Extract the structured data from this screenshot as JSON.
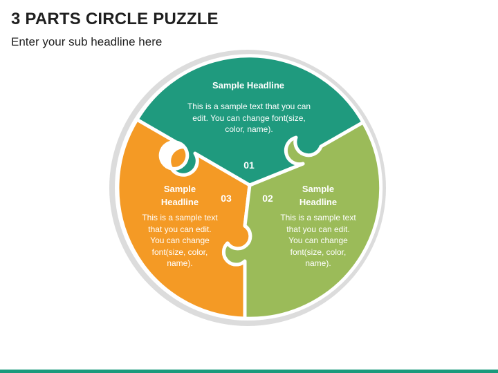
{
  "title": "3 PARTS CIRCLE PUZZLE",
  "subtitle": "Enter your sub headline here",
  "colors": {
    "top": "#1f9a7e",
    "right": "#9bbb59",
    "left": "#f49a25",
    "ring": "#dcdcdc",
    "bar": "#1a9a7c"
  },
  "pieces": [
    {
      "number": "01",
      "headline": "Sample Headline",
      "text": "This is a sample text that you can edit. You can change font(size, color, name)."
    },
    {
      "number": "02",
      "headline": "Sample Headline",
      "text": "This is a sample text that you can edit. You can change font(size, color, name)."
    },
    {
      "number": "03",
      "headline": "Sample Headline",
      "text": "This is a sample text that you can edit. You can change font(size, color, name)."
    }
  ]
}
